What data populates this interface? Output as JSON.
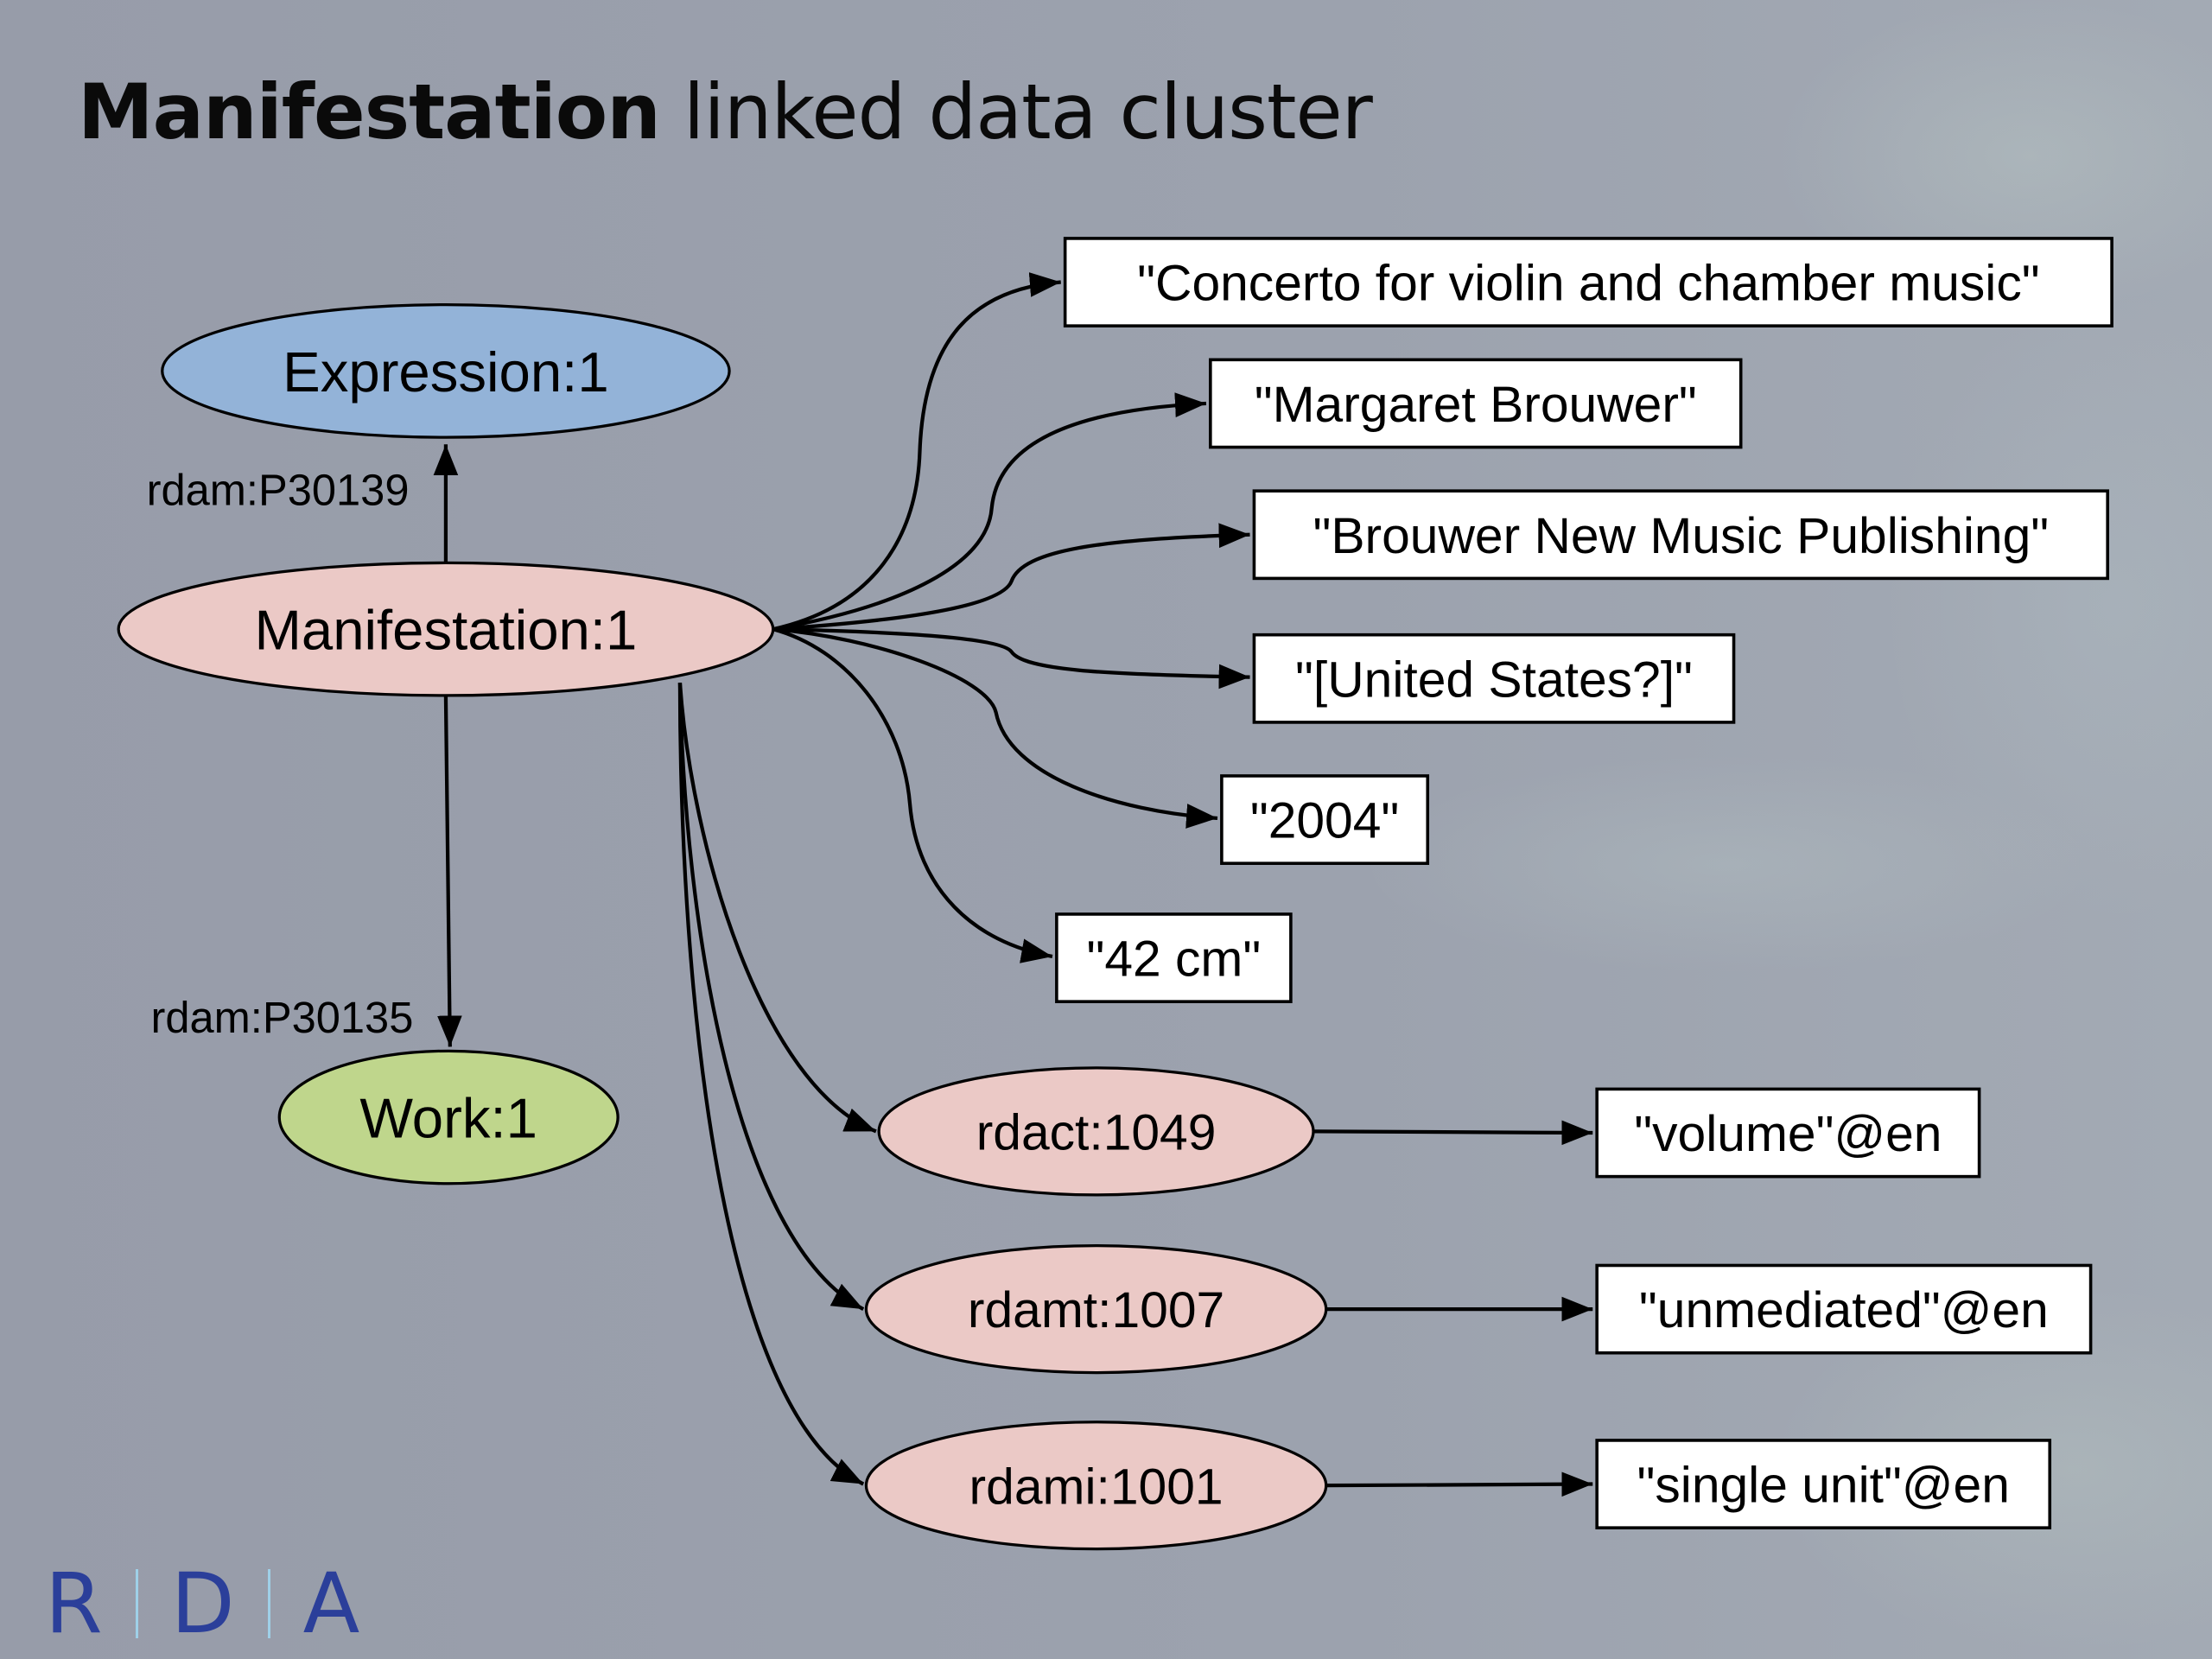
{
  "slide": {
    "title_bold": "Manifestation",
    "title_rest": " linked data cluster",
    "logo": {
      "letters": [
        "R",
        "D",
        "A"
      ],
      "color": "#2b3f9a",
      "separator_color": "#9fd0e8"
    }
  },
  "colors": {
    "expression": "#93b3d8",
    "manifestation": "#ebc9c6",
    "work": "#bfd68c",
    "literal": "#ffffff",
    "edge": "#000000"
  },
  "nodes": [
    {
      "id": "expression",
      "label": "Expression:1",
      "shape": "ellipse",
      "kind": "expression"
    },
    {
      "id": "manifestation",
      "label": "Manifestation:1",
      "shape": "ellipse",
      "kind": "manifestation"
    },
    {
      "id": "work",
      "label": "Work:1",
      "shape": "ellipse",
      "kind": "work"
    },
    {
      "id": "lit-title",
      "label": "\"Concerto for violin and chamber music\"",
      "shape": "box",
      "kind": "literal"
    },
    {
      "id": "lit-creator",
      "label": "\"Margaret Brouwer\"",
      "shape": "box",
      "kind": "literal"
    },
    {
      "id": "lit-publisher",
      "label": "\"Brouwer New Music Publishing\"",
      "shape": "box",
      "kind": "literal"
    },
    {
      "id": "lit-place",
      "label": "\"[United States?]\"",
      "shape": "box",
      "kind": "literal"
    },
    {
      "id": "lit-date",
      "label": "\"2004\"",
      "shape": "box",
      "kind": "literal"
    },
    {
      "id": "lit-dimensions",
      "label": "\"42 cm\"",
      "shape": "box",
      "kind": "literal"
    },
    {
      "id": "rdact",
      "label": "rdact:1049",
      "shape": "ellipse",
      "kind": "manifestation"
    },
    {
      "id": "rdamt",
      "label": "rdamt:1007",
      "shape": "ellipse",
      "kind": "manifestation"
    },
    {
      "id": "rdami",
      "label": "rdami:1001",
      "shape": "ellipse",
      "kind": "manifestation"
    },
    {
      "id": "lit-volume",
      "label": "\"volume\"@en",
      "shape": "box",
      "kind": "literal"
    },
    {
      "id": "lit-unmediated",
      "label": "\"unmediated\"@en",
      "shape": "box",
      "kind": "literal"
    },
    {
      "id": "lit-single",
      "label": "\"single unit\"@en",
      "shape": "box",
      "kind": "literal"
    }
  ],
  "edges": [
    {
      "from": "manifestation",
      "to": "expression",
      "label": "rdam:P30139"
    },
    {
      "from": "manifestation",
      "to": "work",
      "label": "rdam:P30135"
    },
    {
      "from": "manifestation",
      "to": "lit-title",
      "label": ""
    },
    {
      "from": "manifestation",
      "to": "lit-creator",
      "label": ""
    },
    {
      "from": "manifestation",
      "to": "lit-publisher",
      "label": ""
    },
    {
      "from": "manifestation",
      "to": "lit-place",
      "label": ""
    },
    {
      "from": "manifestation",
      "to": "lit-date",
      "label": ""
    },
    {
      "from": "manifestation",
      "to": "lit-dimensions",
      "label": ""
    },
    {
      "from": "manifestation",
      "to": "rdact",
      "label": ""
    },
    {
      "from": "manifestation",
      "to": "rdamt",
      "label": ""
    },
    {
      "from": "manifestation",
      "to": "rdami",
      "label": ""
    },
    {
      "from": "rdact",
      "to": "lit-volume",
      "label": ""
    },
    {
      "from": "rdamt",
      "to": "lit-unmediated",
      "label": ""
    },
    {
      "from": "rdami",
      "to": "lit-single",
      "label": ""
    }
  ]
}
